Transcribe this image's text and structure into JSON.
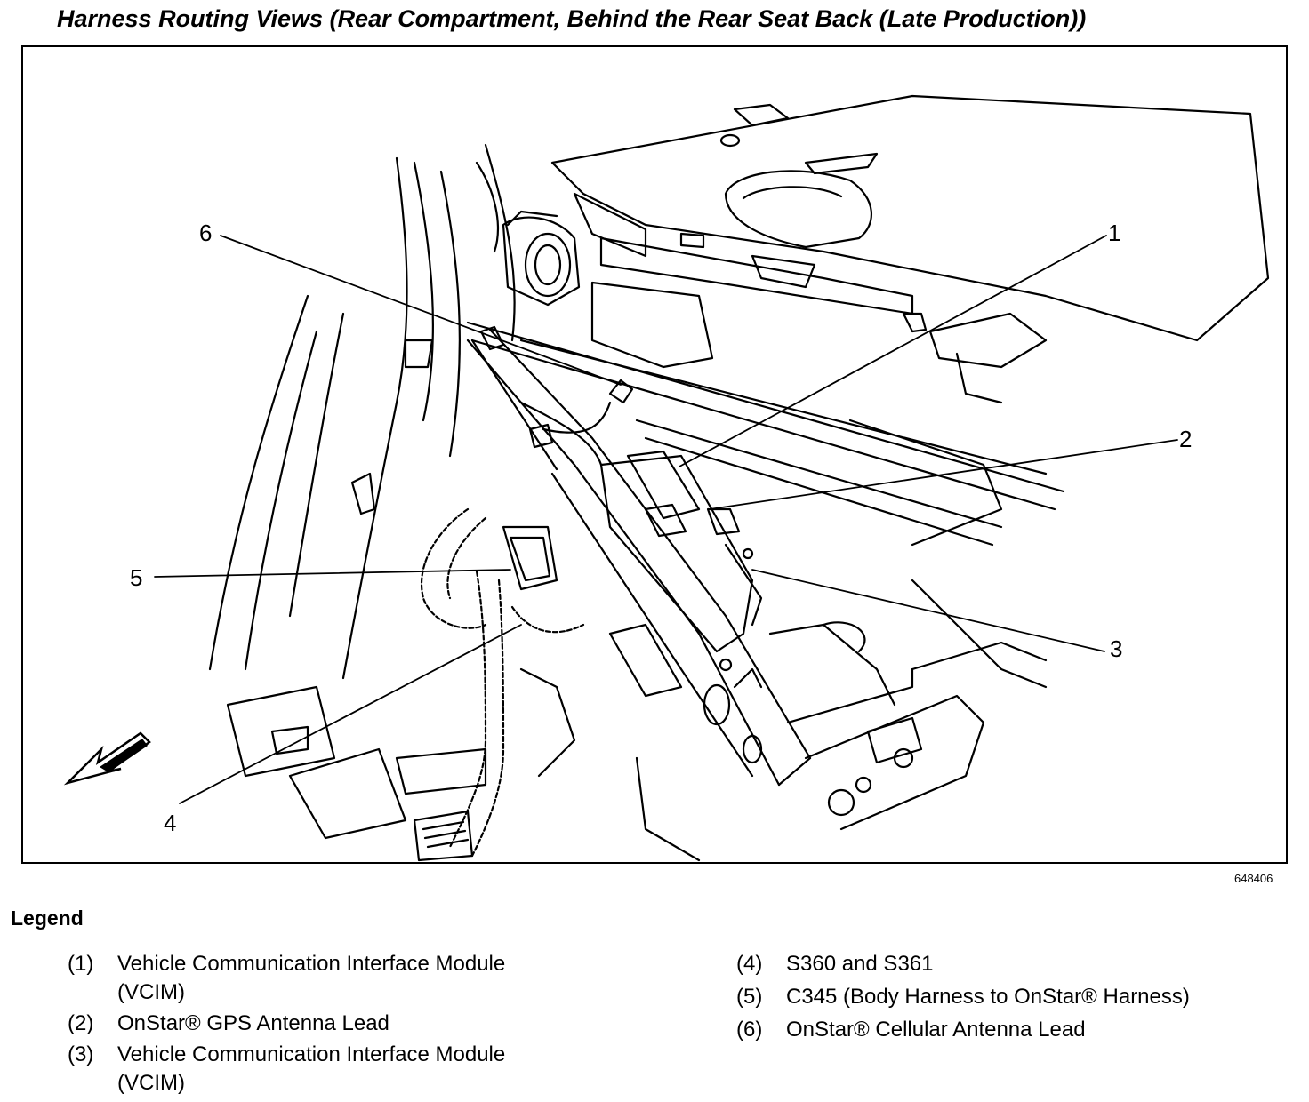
{
  "title": "Harness Routing Views (Rear Compartment, Behind the Rear Seat Back (Late Production))",
  "figure_id": "648406",
  "callouts": [
    "1",
    "2",
    "3",
    "4",
    "5",
    "6"
  ],
  "legend": {
    "heading": "Legend",
    "items": [
      {
        "num": "(1)",
        "text": "Vehicle Communication Interface Module (VCIM)"
      },
      {
        "num": "(2)",
        "text": "OnStar® GPS Antenna Lead"
      },
      {
        "num": "(3)",
        "text": "Vehicle Communication Interface Module (VCIM)"
      },
      {
        "num": "(4)",
        "text": "S360 and S361"
      },
      {
        "num": "(5)",
        "text": "C345 (Body Harness to OnStar® Harness)"
      },
      {
        "num": "(6)",
        "text": "OnStar® Cellular Antenna Lead"
      }
    ]
  }
}
